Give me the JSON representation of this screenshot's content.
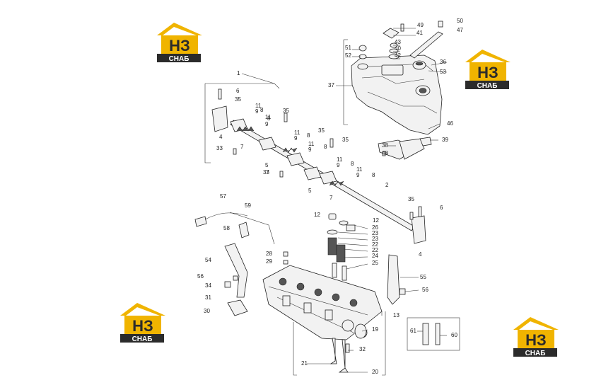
{
  "logos": [
    {
      "id": "logo-1",
      "mark": "НЗ",
      "sub": "СНАБ"
    },
    {
      "id": "logo-2",
      "mark": "НЗ",
      "sub": "СНАБ"
    },
    {
      "id": "logo-3",
      "mark": "НЗ",
      "sub": "СНАБ"
    },
    {
      "id": "logo-4",
      "mark": "НЗ",
      "sub": "СНАБ"
    }
  ],
  "colors": {
    "logo_yellow": "#f0b400",
    "logo_dark": "#2b2b2b"
  },
  "callouts": [
    {
      "n": "1"
    },
    {
      "n": "2"
    },
    {
      "n": "4"
    },
    {
      "n": "4"
    },
    {
      "n": "5"
    },
    {
      "n": "5"
    },
    {
      "n": "6"
    },
    {
      "n": "6"
    },
    {
      "n": "7"
    },
    {
      "n": "7"
    },
    {
      "n": "7"
    },
    {
      "n": "8"
    },
    {
      "n": "8"
    },
    {
      "n": "8"
    },
    {
      "n": "8"
    },
    {
      "n": "8"
    },
    {
      "n": "8"
    },
    {
      "n": "9"
    },
    {
      "n": "9"
    },
    {
      "n": "9"
    },
    {
      "n": "9"
    },
    {
      "n": "9"
    },
    {
      "n": "9"
    },
    {
      "n": "11"
    },
    {
      "n": "11"
    },
    {
      "n": "11"
    },
    {
      "n": "11"
    },
    {
      "n": "11"
    },
    {
      "n": "11"
    },
    {
      "n": "12"
    },
    {
      "n": "12"
    },
    {
      "n": "13"
    },
    {
      "n": "19"
    },
    {
      "n": "20"
    },
    {
      "n": "21"
    },
    {
      "n": "22"
    },
    {
      "n": "22"
    },
    {
      "n": "23"
    },
    {
      "n": "23"
    },
    {
      "n": "24"
    },
    {
      "n": "25"
    },
    {
      "n": "26"
    },
    {
      "n": "28"
    },
    {
      "n": "29"
    },
    {
      "n": "30"
    },
    {
      "n": "31"
    },
    {
      "n": "32"
    },
    {
      "n": "33"
    },
    {
      "n": "33"
    },
    {
      "n": "34"
    },
    {
      "n": "35"
    },
    {
      "n": "35"
    },
    {
      "n": "35"
    },
    {
      "n": "35"
    },
    {
      "n": "35"
    },
    {
      "n": "36"
    },
    {
      "n": "37"
    },
    {
      "n": "38"
    },
    {
      "n": "39"
    },
    {
      "n": "40"
    },
    {
      "n": "41"
    },
    {
      "n": "42"
    },
    {
      "n": "43"
    },
    {
      "n": "46"
    },
    {
      "n": "47"
    },
    {
      "n": "48"
    },
    {
      "n": "49"
    },
    {
      "n": "50"
    },
    {
      "n": "51"
    },
    {
      "n": "52"
    },
    {
      "n": "53"
    },
    {
      "n": "54"
    },
    {
      "n": "55"
    },
    {
      "n": "56"
    },
    {
      "n": "56"
    },
    {
      "n": "57"
    },
    {
      "n": "58"
    },
    {
      "n": "59"
    },
    {
      "n": "60"
    },
    {
      "n": "61"
    }
  ]
}
